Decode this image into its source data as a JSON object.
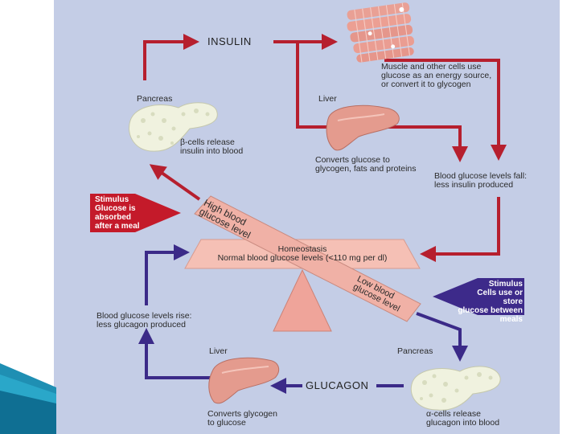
{
  "colors": {
    "background": "#c4cde6",
    "insulin_arrow": "#b61f2e",
    "glucagon_arrow": "#3b2a88",
    "beam": "#f0b1a6",
    "fulcrum": "#efa49a",
    "stimulus_red": "#c41a2a",
    "stimulus_purple": "#3d2a8a",
    "liver": "#e49b8e",
    "pancreas": "#f0f2df",
    "muscle": "#e9a095"
  },
  "icons": [
    "pancreas-icon",
    "liver-icon",
    "muscle-fibers-icon",
    "pancreas-icon",
    "liver-icon"
  ],
  "labels": {
    "insulin": "INSULIN",
    "glucagon": "GLUCAGON",
    "pancreas_top": "Pancreas",
    "liver_top": "Liver",
    "muscle_text": "Muscle and other cells use\nglucose as an energy source,\nor convert it to glycogen",
    "beta_cells": "β-cells release\ninsulin into blood",
    "liver_top_text": "Converts glucose to\nglycogen, fats and proteins",
    "blood_fall": "Blood glucose levels fall:\nless insulin produced",
    "stimulus_high": "Stimulus\nGlucose is\nabsorbed\nafter a meal",
    "high_level": "High blood\nglucose level",
    "homeostasis": "Homeostasis\nNormal blood glucose levels (<110 mg per dl)",
    "low_level": "Low blood\nglucose level",
    "stimulus_low": "Stimulus\nCells use or store\nglucose between\nmeals",
    "blood_rise": "Blood glucose levels rise:\nless glucagon produced",
    "liver_bottom": "Liver",
    "pancreas_bottom": "Pancreas",
    "liver_bottom_text": "Converts glycogen\nto glucose",
    "alpha_cells": "α-cells release\nglucagon into blood"
  }
}
